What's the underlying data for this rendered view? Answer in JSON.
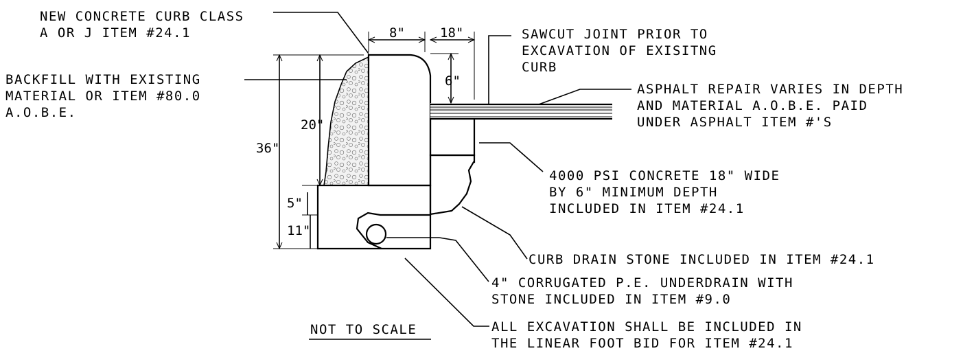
{
  "labels": {
    "curb_line1": "NEW CONCRETE CURB CLASS",
    "curb_line2": "A OR J ITEM #24.1",
    "backfill_line1": "BACKFILL WITH EXISTING",
    "backfill_line2": "MATERIAL OR ITEM #80.0",
    "backfill_line3": "A.O.B.E.",
    "sawcut_line1": "SAWCUT JOINT PRIOR TO",
    "sawcut_line2": "EXCAVATION OF EXISITNG",
    "sawcut_line3": "CURB",
    "asphalt_line1": "ASPHALT REPAIR VARIES IN DEPTH",
    "asphalt_line2": "AND MATERIAL A.O.B.E. PAID",
    "asphalt_line3": "UNDER ASPHALT ITEM #'S",
    "psi_line1": "4000 PSI CONCRETE 18\" WIDE",
    "psi_line2": "BY 6\" MINIMUM DEPTH",
    "psi_line3": "INCLUDED IN ITEM #24.1",
    "stone": "CURB DRAIN STONE INCLUDED IN ITEM #24.1",
    "underdrain_line1": "4\" CORRUGATED P.E. UNDERDRAIN WITH",
    "underdrain_line2": "STONE INCLUDED IN ITEM #9.0",
    "excavation_line1": "ALL EXCAVATION SHALL BE INCLUDED IN",
    "excavation_line2": "THE LINEAR FOOT BID FOR ITEM #24.1",
    "scale_note": "NOT TO SCALE"
  },
  "dimensions": {
    "curb_width": "8\"",
    "concrete_width": "18\"",
    "concrete_depth": "6\"",
    "curb_height": "20\"",
    "total_depth": "36\"",
    "stone_top": "5\"",
    "stone_bottom": "11\""
  }
}
